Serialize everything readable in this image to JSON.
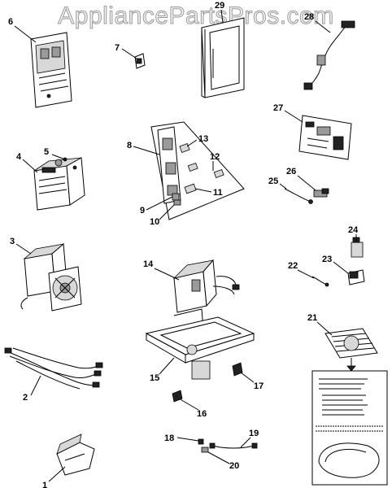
{
  "watermark": "AppliancePartsPros.com",
  "callouts": {
    "n1": "1",
    "n2": "2",
    "n3": "3",
    "n4": "4",
    "n5": "5",
    "n6": "6",
    "n7": "7",
    "n8": "8",
    "n9": "9",
    "n10": "10",
    "n11": "11",
    "n12": "12",
    "n13": "13",
    "n14": "14",
    "n15": "15",
    "n16": "16",
    "n17": "17",
    "n18": "18",
    "n19": "19",
    "n20": "20",
    "n21": "21",
    "n22": "22",
    "n23": "23",
    "n24": "24",
    "n25": "25",
    "n26": "26",
    "n27": "27",
    "n28": "28",
    "n29": "29"
  }
}
